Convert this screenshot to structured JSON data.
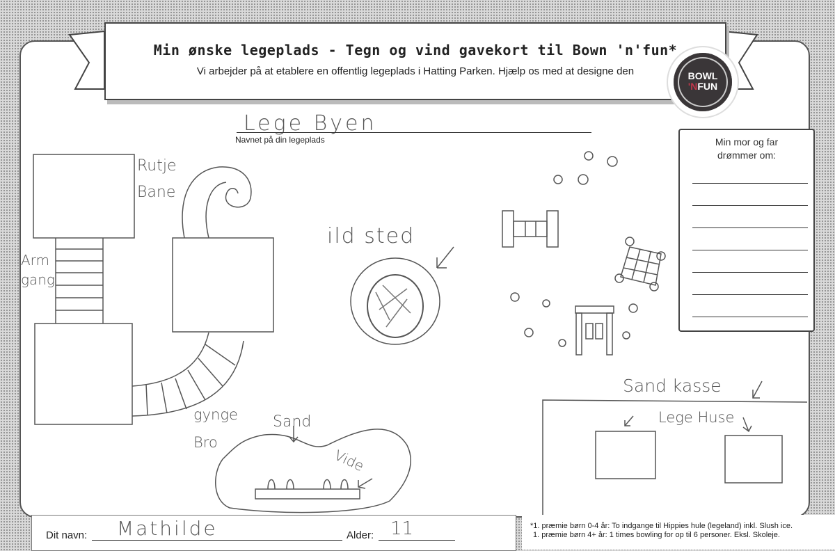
{
  "header": {
    "title": "Min ønske legeplads - Tegn og vind gavekort til Bown 'n'fun*",
    "subtitle": "Vi arbejder på at etablere en offentlig legeplads i Hatting Parken. Hjælp os med at designe den",
    "logo_top": "BOWL",
    "logo_bottom_accent": "'N",
    "logo_bottom": "FUN"
  },
  "playground": {
    "name_value": "Lege Byen",
    "name_label": "Navnet på din legeplads"
  },
  "drawing_labels": {
    "rutje": "Rutje",
    "bane": "Bane",
    "arm": "Arm",
    "gang": "gang",
    "ild_sted": "ild sted",
    "gynge": "gynge",
    "bro": "Bro",
    "sand": "Sand",
    "vide": "Vide",
    "sandkasse": "Sand kasse",
    "legehuse": "Lege Huse"
  },
  "dream_box": {
    "title_line1": "Min mor og far",
    "title_line2": "drømmer om:"
  },
  "form": {
    "name_label": "Dit navn:",
    "name_value": "Mathilde",
    "age_label": "Alder:",
    "age_value": "11"
  },
  "footer": {
    "line1": "*1. præmie børn 0-4 år: To indgange til Hippies hule (legeland) inkl. Slush ice.",
    "line2": "1. præmie børn 4+ år:  1 times bowling for op til 6 personer. Eksl. Skoleje."
  }
}
